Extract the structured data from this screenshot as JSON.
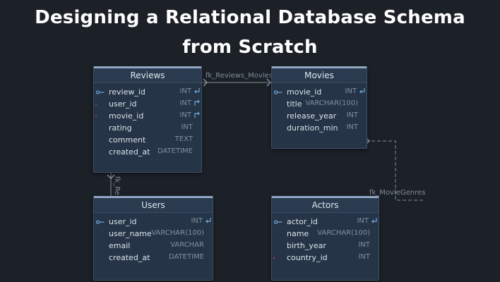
{
  "title": {
    "line1": "Designing a Relational Database Schema",
    "line2": "from Scratch"
  },
  "colors": {
    "background": "#1c2128",
    "table_body": "#253446",
    "table_accent": "#8fa7c2",
    "pk_key": "#6fa8dc"
  },
  "tables": {
    "reviews": {
      "name": "Reviews",
      "fields": [
        {
          "name": "review_id",
          "type": "INT",
          "pk": true
        },
        {
          "name": "user_id",
          "type": "INT",
          "fk": true
        },
        {
          "name": "movie_id",
          "type": "INT",
          "fk": true
        },
        {
          "name": "rating",
          "type": "INT"
        },
        {
          "name": "comment",
          "type": "TEXT"
        },
        {
          "name": "created_at",
          "type": "DATETIME"
        }
      ]
    },
    "movies": {
      "name": "Movies",
      "fields": [
        {
          "name": "movie_id",
          "type": "INT",
          "pk": true
        },
        {
          "name": "title",
          "type": "VARCHAR(100)"
        },
        {
          "name": "release_year",
          "type": "INT"
        },
        {
          "name": "duration_min",
          "type": "INT"
        }
      ]
    },
    "users": {
      "name": "Users",
      "fields": [
        {
          "name": "user_id",
          "type": "INT",
          "pk": true
        },
        {
          "name": "user_name",
          "type": "VARCHAR(100)"
        },
        {
          "name": "email",
          "type": "VARCHAR"
        },
        {
          "name": "created_at",
          "type": "DATETIME"
        }
      ]
    },
    "actors": {
      "name": "Actors",
      "fields": [
        {
          "name": "actor_id",
          "type": "INT",
          "pk": true
        },
        {
          "name": "name",
          "type": "VARCHAR(100)"
        },
        {
          "name": "birth_year",
          "type": "INT"
        },
        {
          "name": "country_id",
          "type": "INT",
          "fk": true
        }
      ]
    }
  },
  "relations": {
    "reviews_movies": "fk_Reviews_Movies",
    "movie_genres": "fk_MovieGenres",
    "reviews_users": "fk_Re"
  }
}
